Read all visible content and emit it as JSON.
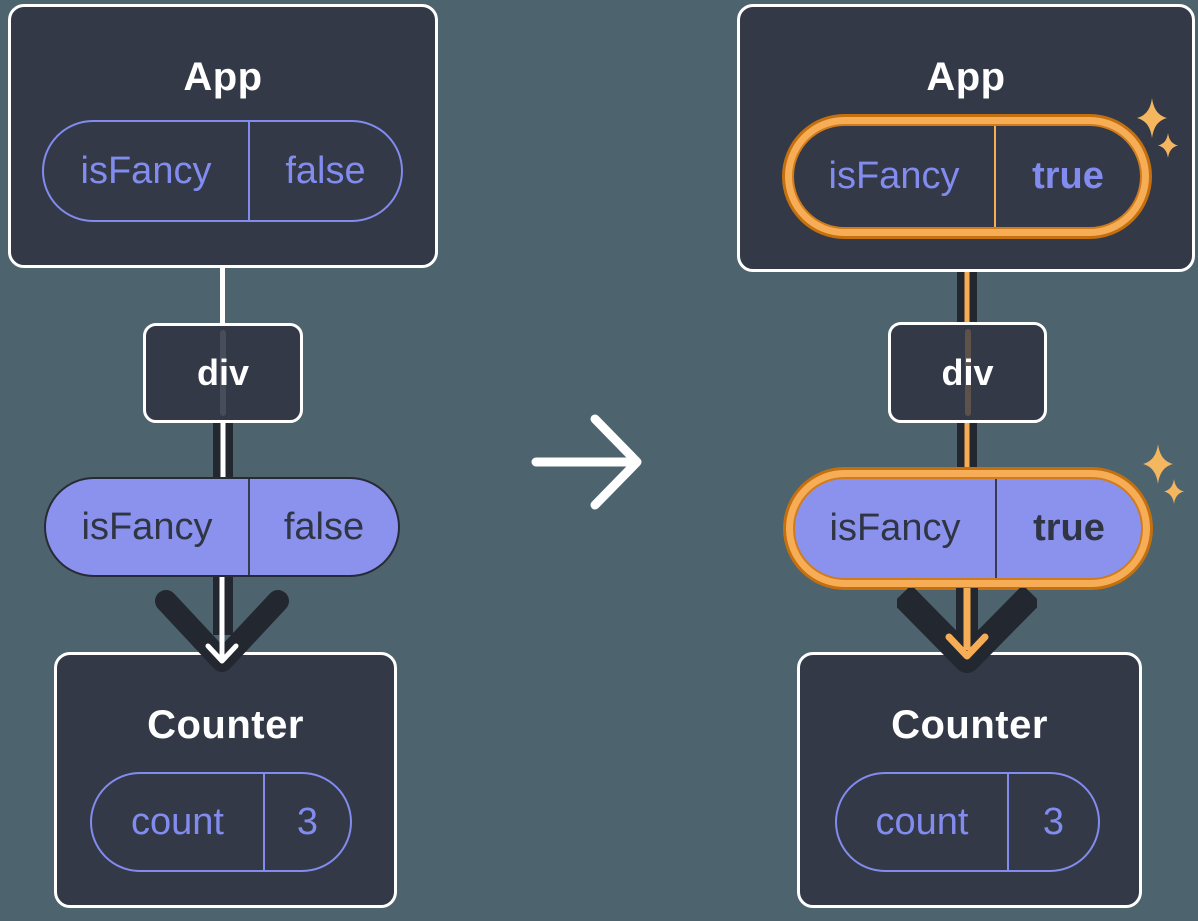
{
  "diagram": {
    "caption": "Props flow from App through div down to Counter; left state isFancy=false becomes isFancy=true on the right",
    "transition_icon": "arrow-right"
  },
  "colors": {
    "background": "#4d636e",
    "panel": "#333947",
    "panel_border": "#ffffff",
    "purple_text": "#828bee",
    "purple_pill_fill": "#8b92ee",
    "dark_ink": "#23272f",
    "orange_light": "#f7ad55",
    "orange_dark": "#c4700f",
    "sparkle": "#f4b65f"
  },
  "left": {
    "app": {
      "title": "App",
      "prop": {
        "name": "isFancy",
        "value": "false"
      }
    },
    "div": {
      "label": "div"
    },
    "passed_prop": {
      "name": "isFancy",
      "value": "false"
    },
    "counter": {
      "title": "Counter",
      "state": {
        "name": "count",
        "value": "3"
      }
    }
  },
  "right": {
    "app": {
      "title": "App",
      "prop": {
        "name": "isFancy",
        "value": "true"
      }
    },
    "div": {
      "label": "div"
    },
    "passed_prop": {
      "name": "isFancy",
      "value": "true"
    },
    "counter": {
      "title": "Counter",
      "state": {
        "name": "count",
        "value": "3"
      }
    }
  }
}
